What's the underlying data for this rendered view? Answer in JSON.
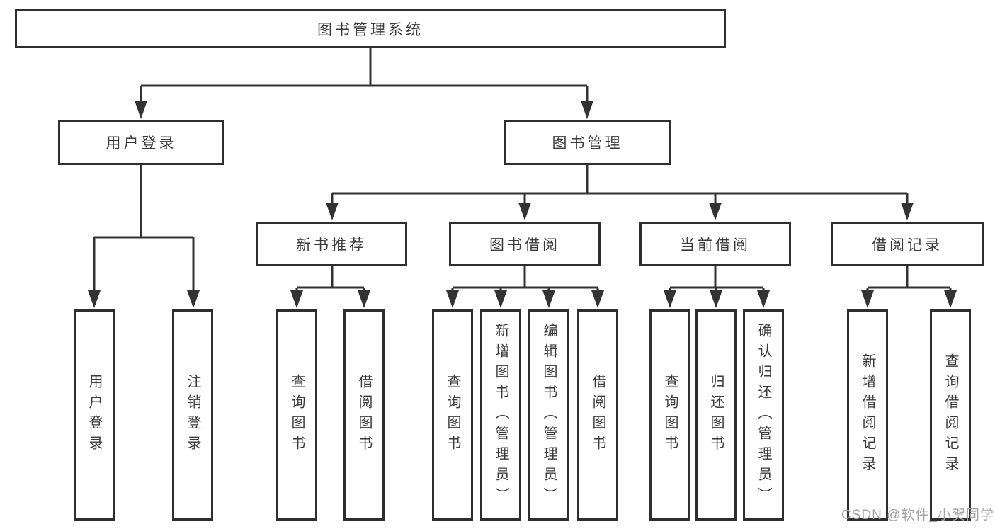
{
  "diagram": {
    "root": {
      "id": "library-management-system",
      "label": "图书管理系统"
    },
    "level2": [
      {
        "id": "user-login-module",
        "label": "用户登录"
      },
      {
        "id": "book-management-module",
        "label": "图书管理"
      }
    ],
    "level3": [
      {
        "id": "new-book-recommendation",
        "label": "新书推荐"
      },
      {
        "id": "book-borrowing",
        "label": "图书借阅"
      },
      {
        "id": "current-borrowing",
        "label": "当前借阅"
      },
      {
        "id": "borrowing-records",
        "label": "借阅记录"
      }
    ],
    "leaves": [
      {
        "id": "user-login",
        "parent": "user-login-module",
        "label": "用户登录"
      },
      {
        "id": "logout",
        "parent": "user-login-module",
        "label": "注销登录"
      },
      {
        "id": "search-books-recommend",
        "parent": "new-book-recommendation",
        "label": "查询图书"
      },
      {
        "id": "borrow-books-recommend",
        "parent": "new-book-recommendation",
        "label": "借阅图书"
      },
      {
        "id": "search-books-borrow",
        "parent": "book-borrowing",
        "label": "查询图书"
      },
      {
        "id": "add-book-admin",
        "parent": "book-borrowing",
        "label": "新增图书（管理员）"
      },
      {
        "id": "edit-book-admin",
        "parent": "book-borrowing",
        "label": "编辑图书（管理员）"
      },
      {
        "id": "borrow-book",
        "parent": "book-borrowing",
        "label": "借阅图书"
      },
      {
        "id": "search-books-current",
        "parent": "current-borrowing",
        "label": "查询图书"
      },
      {
        "id": "return-book",
        "parent": "current-borrowing",
        "label": "归还图书"
      },
      {
        "id": "confirm-return-admin",
        "parent": "current-borrowing",
        "label": "确认归还（管理员）"
      },
      {
        "id": "add-borrow-record",
        "parent": "borrowing-records",
        "label": "新增借阅记录"
      },
      {
        "id": "search-borrow-record",
        "parent": "borrowing-records",
        "label": "查询借阅记录"
      }
    ]
  },
  "watermark": {
    "text": "CSDN @软件_小贺同学",
    "color": "#a3a3a3"
  },
  "colors": {
    "background": "#ffffff",
    "line": "#333333",
    "box_border": "#2e2e2e",
    "text": "#3a3a3a"
  }
}
